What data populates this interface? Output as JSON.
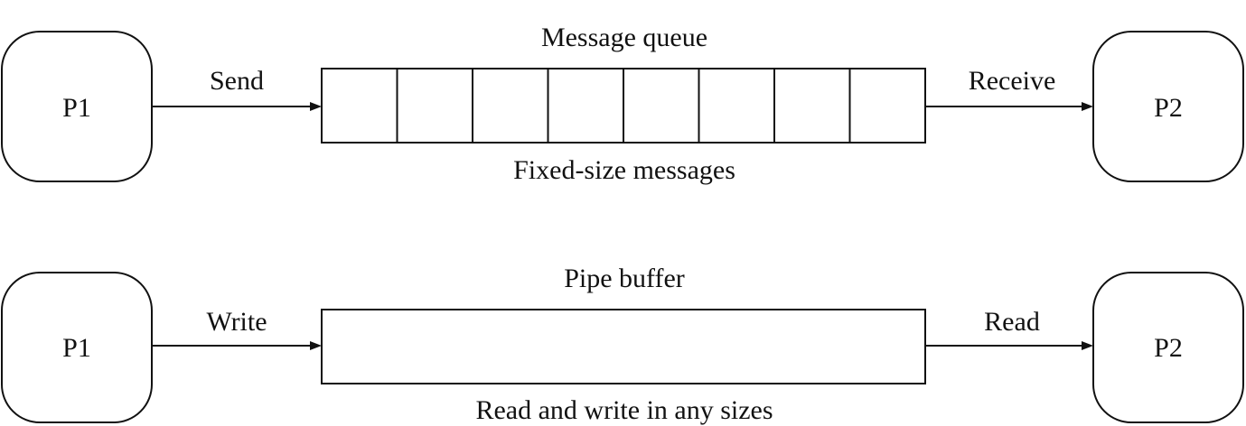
{
  "top": {
    "left_process": "P1",
    "right_process": "P2",
    "send_label": "Send",
    "receive_label": "Receive",
    "buffer_title": "Message queue",
    "buffer_caption": "Fixed-size messages",
    "slot_count": 8
  },
  "bottom": {
    "left_process": "P1",
    "right_process": "P2",
    "write_label": "Write",
    "read_label": "Read",
    "buffer_title": "Pipe buffer",
    "buffer_caption": "Read and write in any sizes"
  }
}
